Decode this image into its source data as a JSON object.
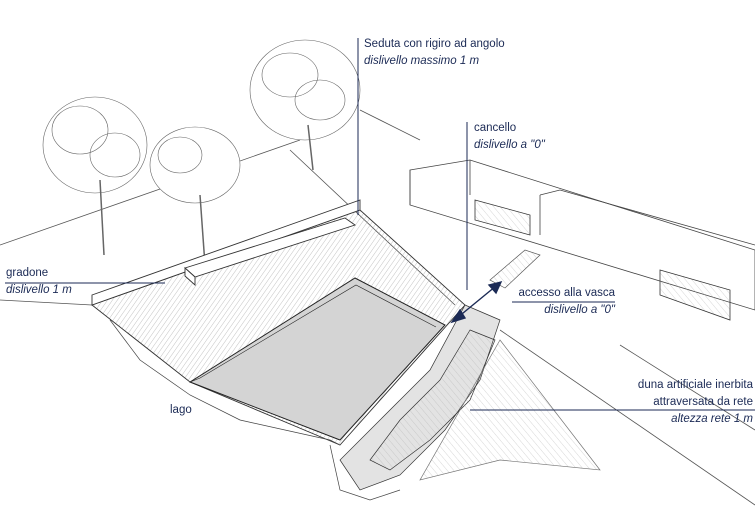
{
  "annotations": {
    "seduta": {
      "title": "Seduta con rigiro ad angolo",
      "detail": "dislivello massimo 1 m"
    },
    "cancello": {
      "title": "cancello",
      "detail": "dislivello a \"0\""
    },
    "gradone": {
      "title": "gradone",
      "detail": "dislivello 1 m"
    },
    "accesso": {
      "title": "accesso alla vasca",
      "detail": "dislivello a \"0\""
    },
    "duna": {
      "line1": "duna artificiale inerbita",
      "line2": "attraversata da rete",
      "detail": "altezza rete 1 m"
    },
    "lago": {
      "title": "lago"
    }
  },
  "colors": {
    "annotation_text": "#1b2a55",
    "leader": "#1b2a55",
    "line": "#444444",
    "pool_fill": "#d4d4d4",
    "hatch": "#9a9a9a"
  }
}
